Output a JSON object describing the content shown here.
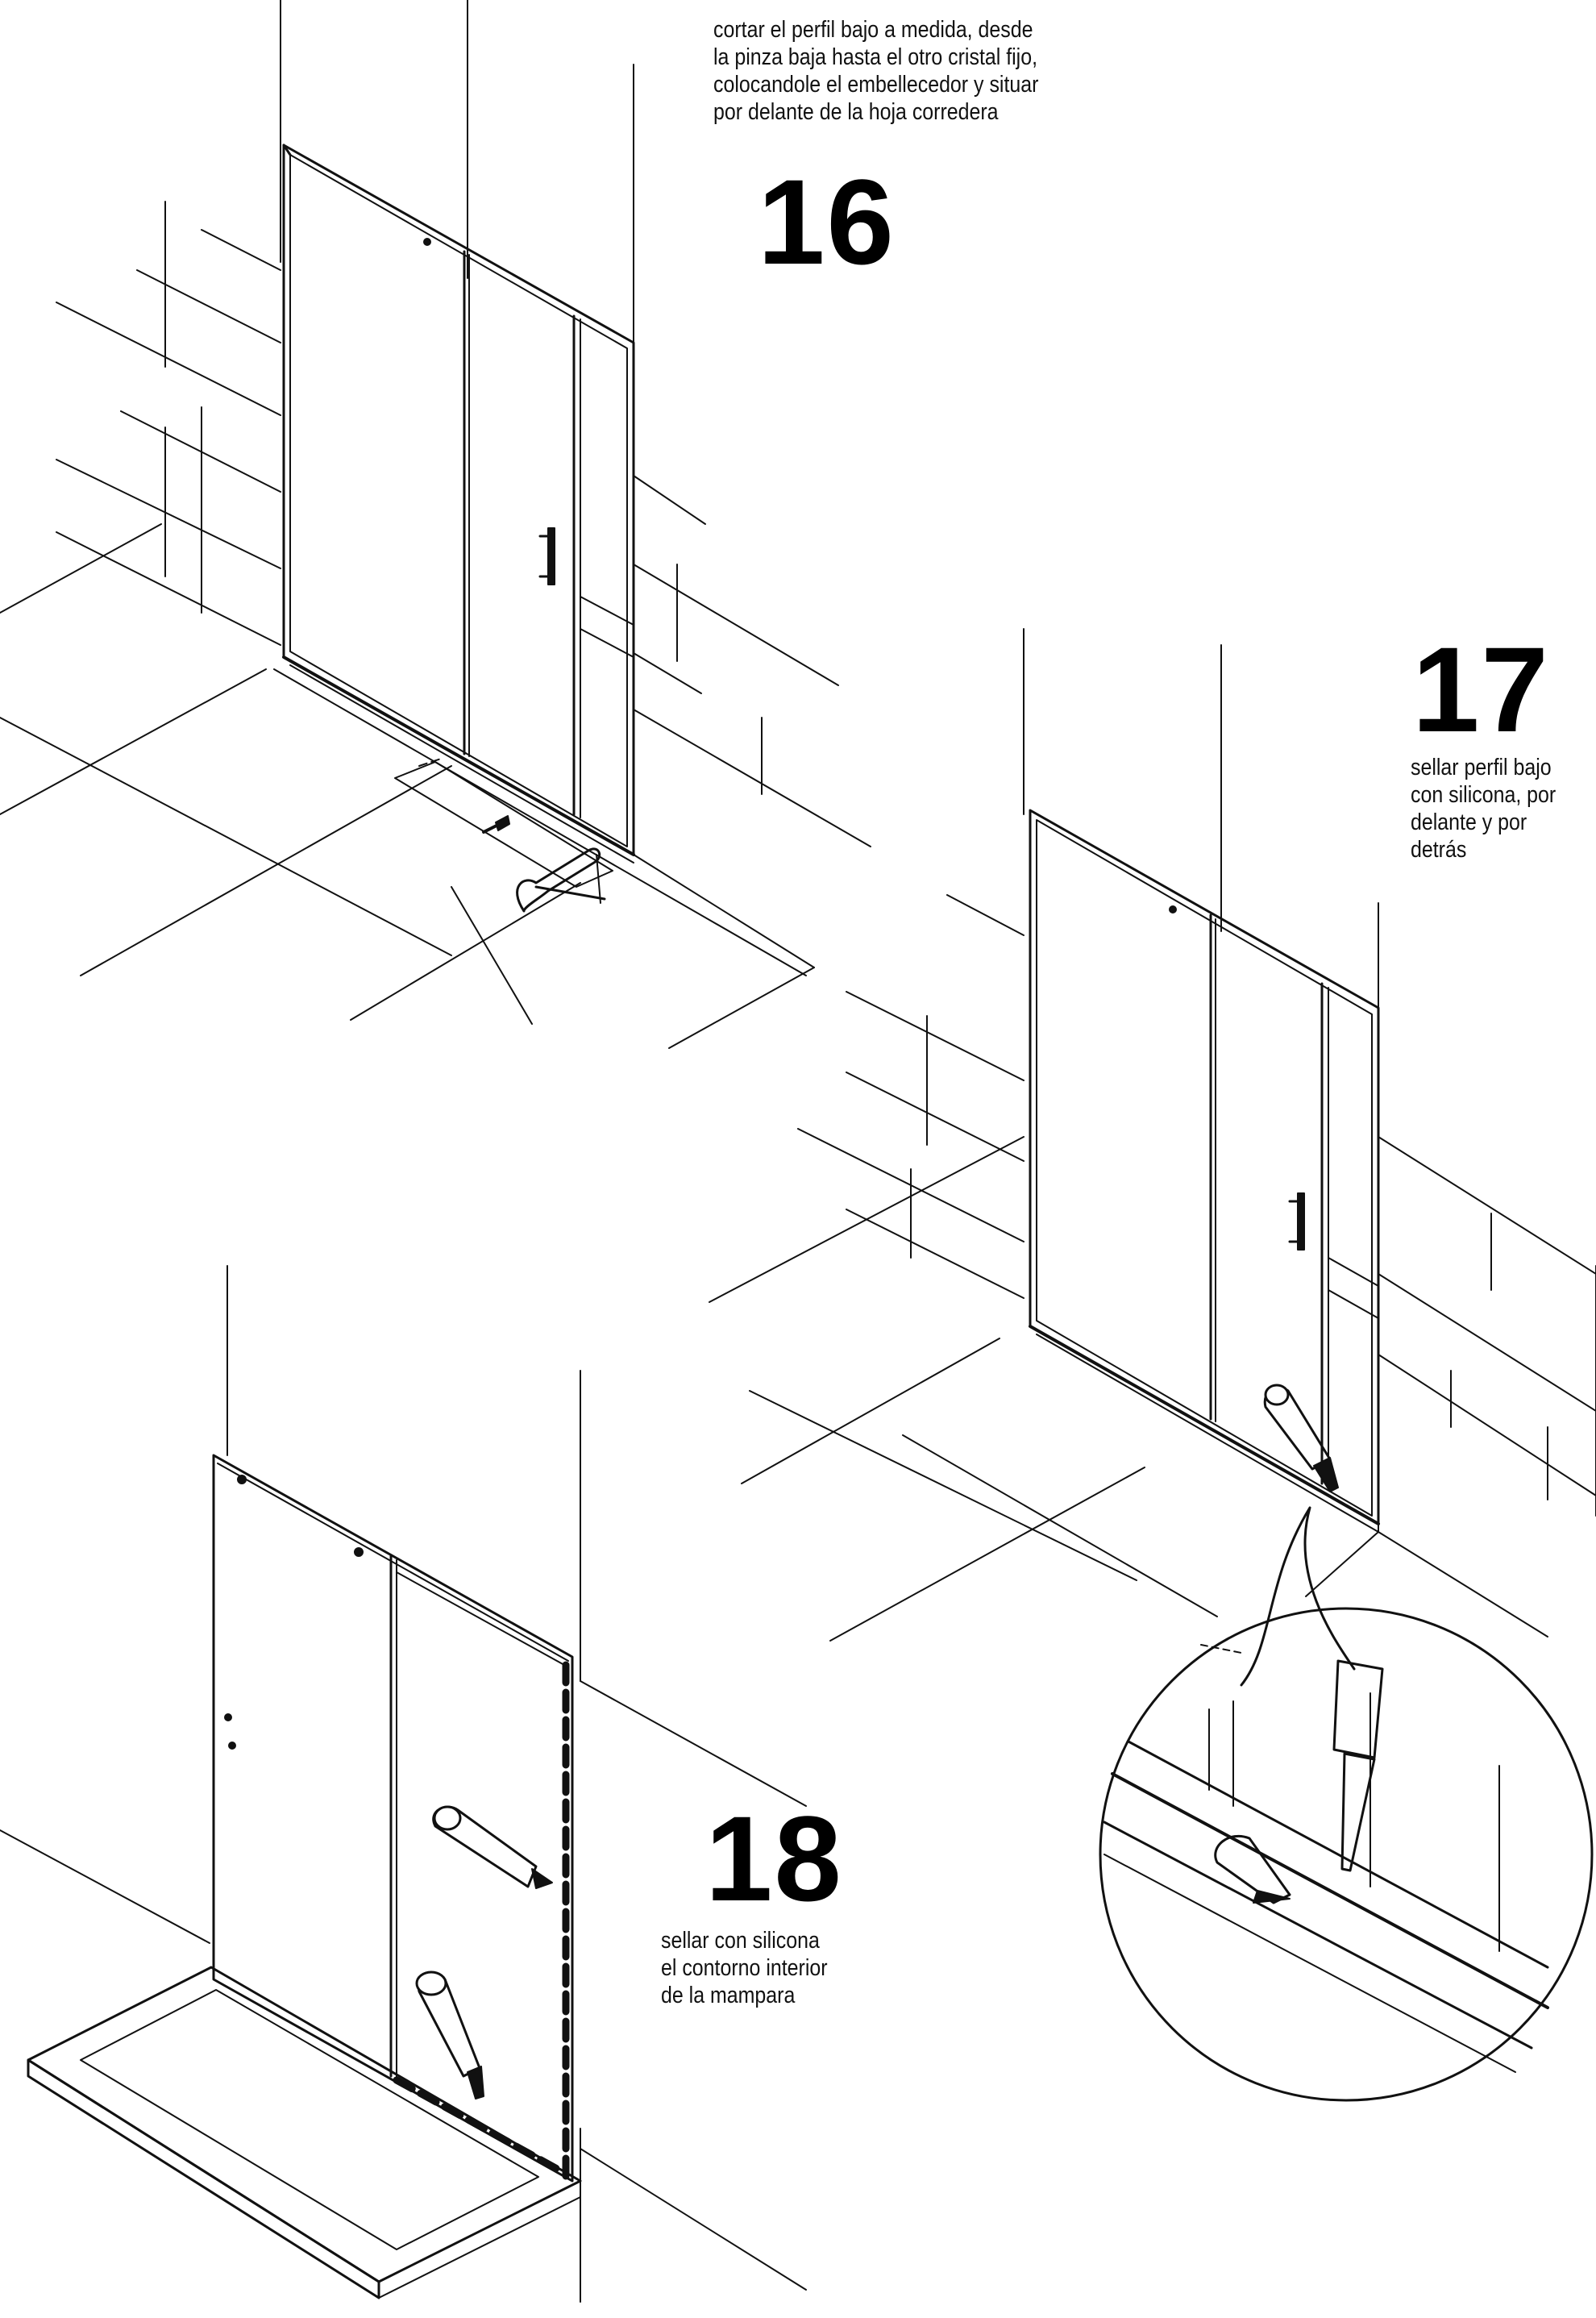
{
  "steps": [
    {
      "number": "16",
      "text": "cortar el perfil bajo a medida, desde\nla pinza baja hasta el otro cristal fijo,\ncolocandole el embellecedor y situar\npor delante de la hoja corredera"
    },
    {
      "number": "17",
      "text": "sellar perfil bajo\ncon silicona, por\ndelante y por\ndetrás"
    },
    {
      "number": "18",
      "text": "sellar con silicona\nel contorno interior\nde la mampara"
    }
  ],
  "colors": {
    "ink": "#111111",
    "paper": "#ffffff"
  }
}
